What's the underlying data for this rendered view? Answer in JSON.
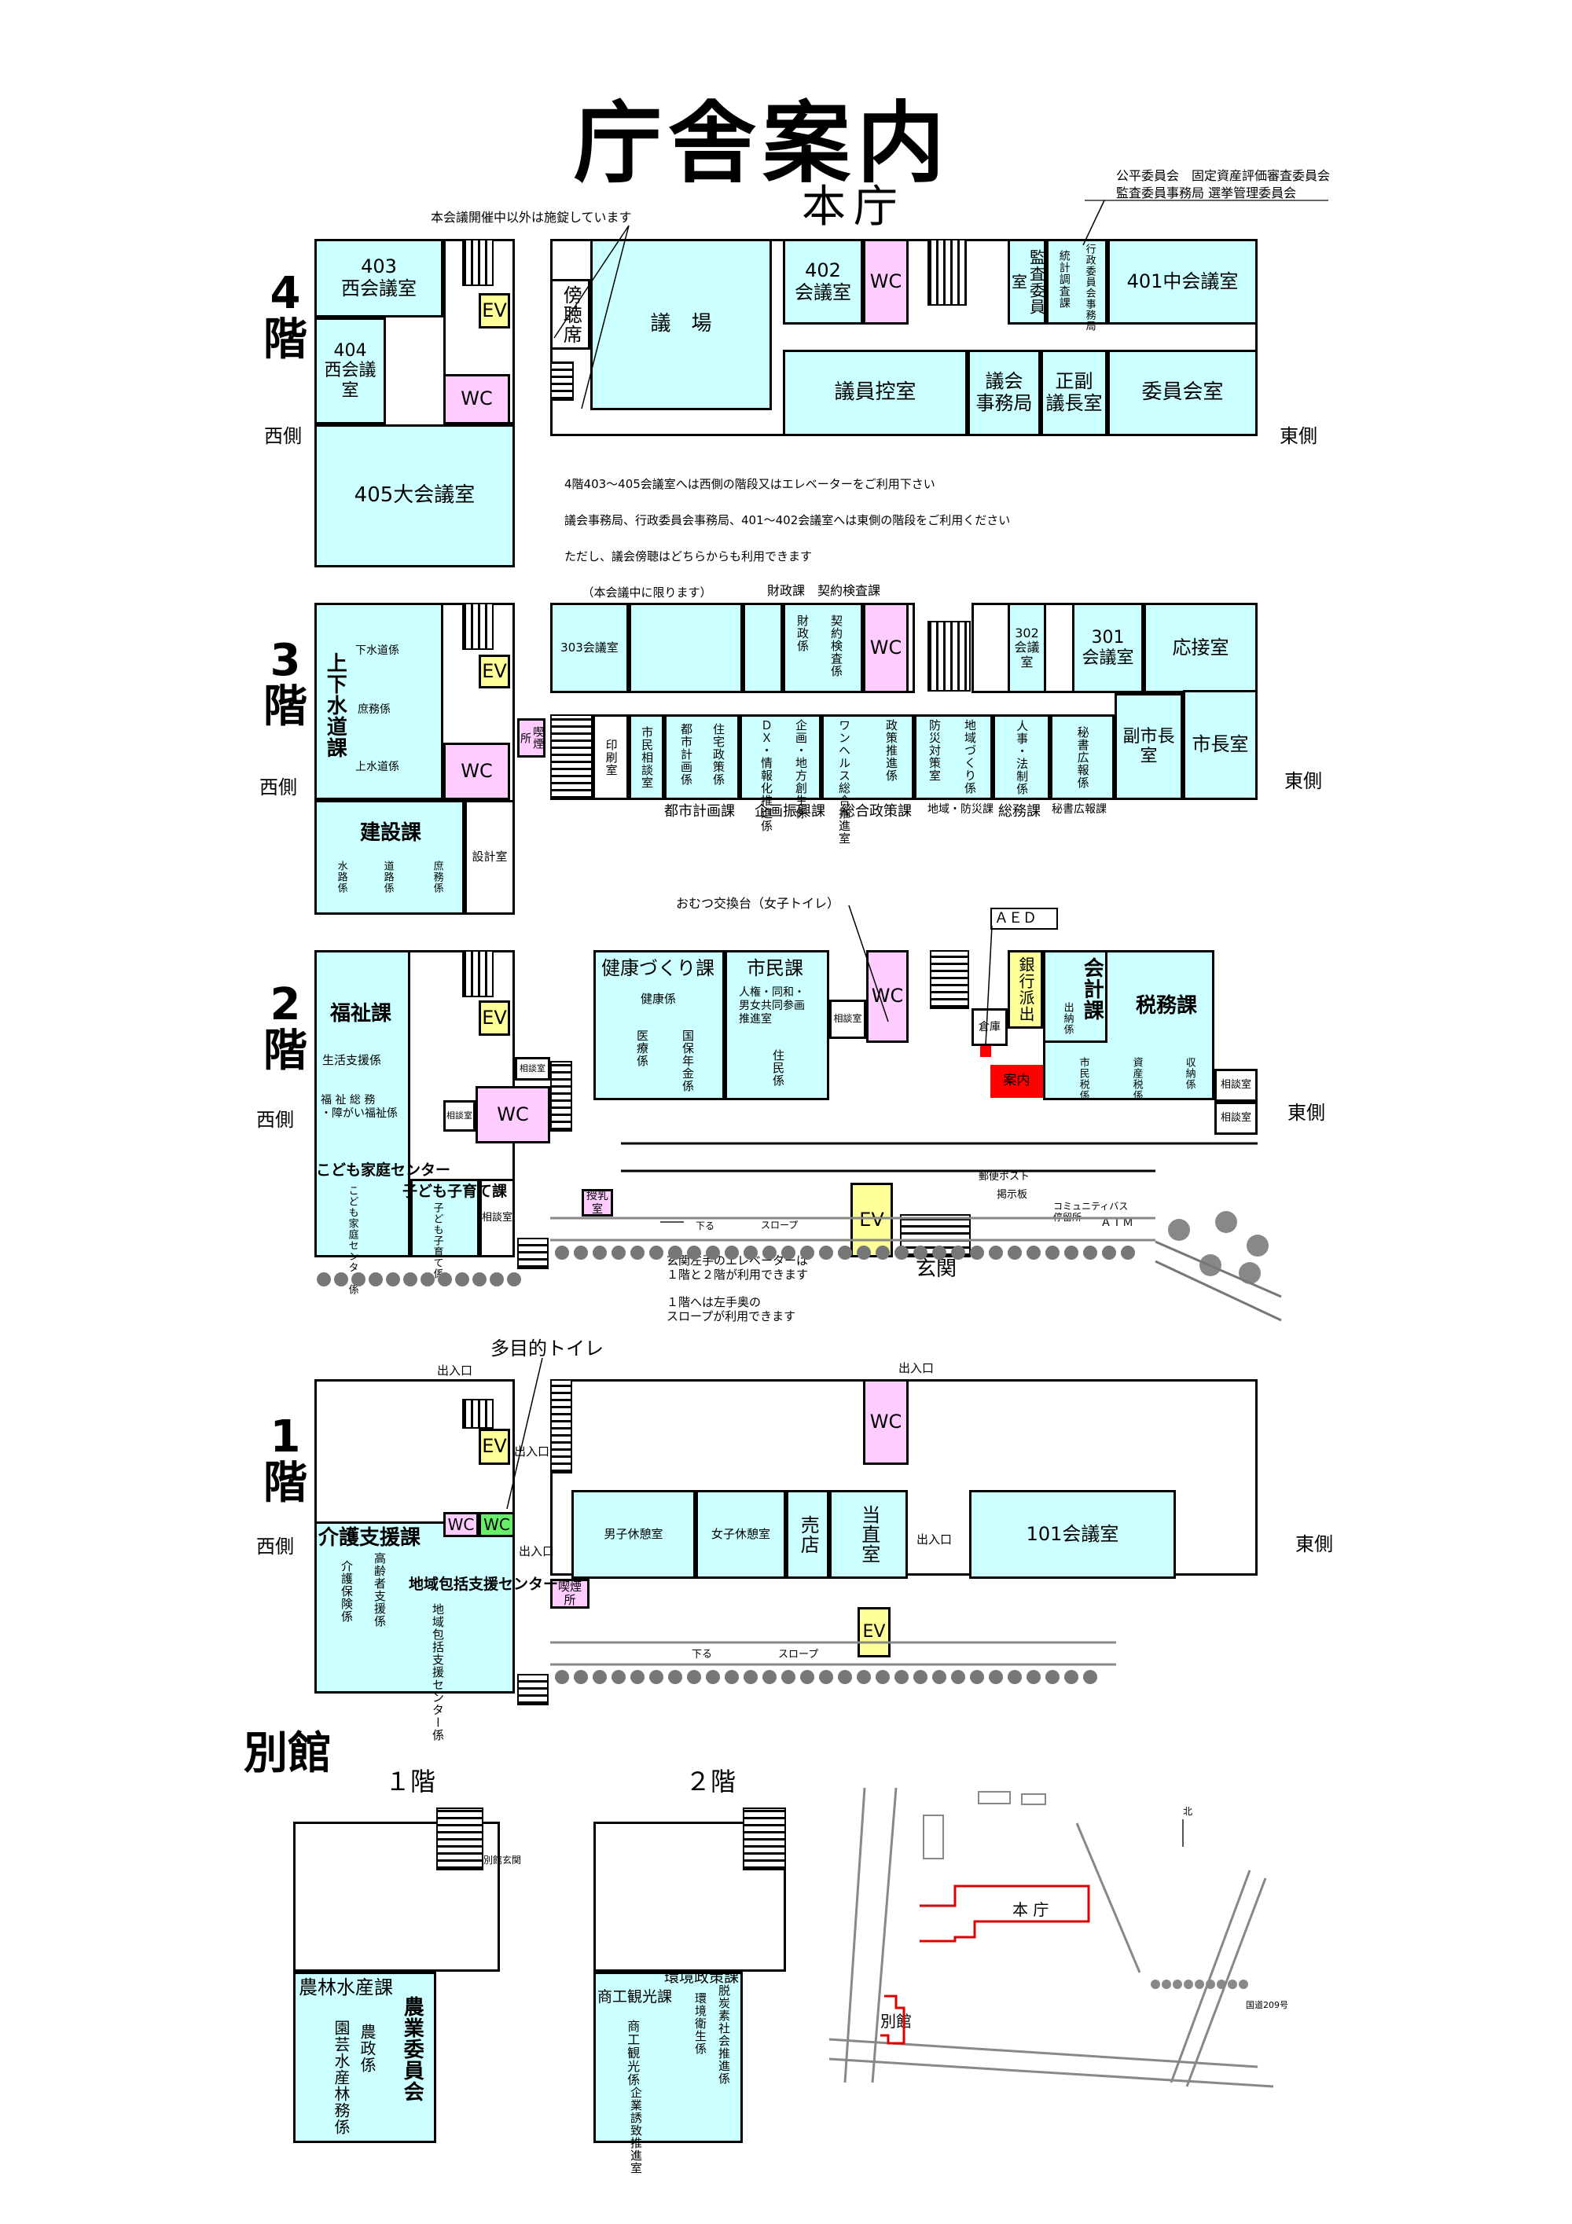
{
  "title": "庁舎案内",
  "subtitle": "本庁",
  "committee_notes": [
    "公平委員会　固定資産評価審査委員会",
    "監査委員事務局 選挙管理委員会"
  ],
  "lock_note": "本会議開催中以外は施錠しています",
  "sides": {
    "west": "西側",
    "east": "東側"
  },
  "floor_labels": {
    "f4": "4\n階",
    "f3": "3\n階",
    "f2": "2\n階",
    "f1": "1\n階"
  },
  "floor4_notes": [
    "4階403～405会議室へは西側の階段又はエレベーターをご利用下さい",
    "議会事務局、行政委員会事務局、401～402会議室へは東側の階段をご利用ください",
    "ただし、議会傍聴はどちらからも利用できます",
    "　　（本会議中に限ります）"
  ],
  "rooms": {
    "r403": "403\n西会議室",
    "r404": "404\n西会議室",
    "r405": "405大会議室",
    "f4_ev": "EV",
    "f4_wc1": "WC",
    "f4_gallery": "傍聴席",
    "f4_chamber": "議　場",
    "r402": "402\n会議室",
    "f4_wc2": "WC",
    "f4_audit": "監査委員室",
    "r401": "401中会議室",
    "f4_lounge": "議員控室",
    "f4_secretariat": "議会\n事務局",
    "f4_chair": "正副\n議長室",
    "f4_committee": "委員会室",
    "f3_ev": "EV",
    "f3_wc1": "WC",
    "f3_smoke": "喫煙所",
    "r303": "303会議室",
    "f3_wc2": "WC",
    "r302": "302\n会議室",
    "r301": "301\n会議室",
    "f3_reception": "応接室",
    "f3_print": "印刷室",
    "f3_consult": "市民相談室",
    "f3_hr": "人事・法制係",
    "f3_sec": "秘書広報係",
    "f3_vice": "副市長室",
    "f3_mayor": "市長室",
    "f3_design": "設計室",
    "f2_ev": "EV",
    "f2_wc1": "WC",
    "f2_consult1": "相談室",
    "f2_consult2": "相談室",
    "f2_consult3": "相談室",
    "f2_wc2": "WC",
    "f2_store": "倉庫",
    "f2_bank": "銀行派出",
    "f2_consult4": "相談室",
    "f2_consult5": "相談室",
    "f2_info": "案内",
    "f2_milk": "授乳室",
    "f2_ev2": "EV",
    "f2_consult6": "相談室",
    "f1_ev": "EV",
    "f1_wc1": "WC",
    "f1_wc2": "WC",
    "f1_men": "男子休憩室",
    "f1_women": "女子休憩室",
    "f1_shop": "売店",
    "f1_duty": "当直室",
    "f1_wc3": "WC",
    "r101": "101会議室",
    "f1_smoke": "喫煙所",
    "f1_ev2": "EV"
  },
  "labels": {
    "stat": "統計調査課",
    "admin_comm": "行政委員会事務局",
    "fin_div_header": "財政課　契約検査課",
    "fin": "財政係",
    "contract": "契約検査係",
    "water_div": "上下水道課",
    "sewer": "下水道係",
    "water_gen": "庶務係",
    "supply": "上水道係",
    "const_div": "建設課",
    "waterway": "水路係",
    "road": "道路係",
    "const_gen": "庶務係",
    "city_plan": "都市計画係",
    "housing": "住宅政策係",
    "planning": "企画・地方創生係",
    "dx": "ＤＸ・情報化推進係",
    "onehealth": "ワンヘルス総合推進室",
    "policy": "政策推進係",
    "disaster": "防災対策室",
    "community": "地域づくり係",
    "div_city": "都市計画課",
    "div_plan": "企画振興課",
    "div_policy": "総合政策課",
    "div_disaster": "地域・防災課",
    "div_general": "総務課",
    "div_sec": "秘書広報課",
    "welfare_div": "福祉課",
    "livelihood": "生活支援係",
    "welfare_gen": "福 祉 総 務\n・障がい福祉係",
    "family_center": "こども家庭センター",
    "family_center_sec": "こども家庭センター係",
    "child_div": "子ども子育て課",
    "child_sec": "子ども子育て係",
    "health_div": "健康づくり課",
    "health": "健康係",
    "medical": "医療係",
    "pension": "国保年金係",
    "citizen_div": "市民課",
    "rights": "人権・同和・\n男女共同参画\n推進室",
    "resident": "住民係",
    "acct_div": "会計課",
    "cashier": "出納係",
    "tax_div": "税務課",
    "resident_tax": "市民税係",
    "property_tax": "資産税係",
    "collection": "収納係",
    "diaper": "おむつ交換台（女子トイレ）",
    "aed": "ＡＥＤ",
    "post": "郵便ポスト",
    "board": "掲示板",
    "bus": "コミュニティバス\n停留所",
    "atm": "ＡＴＭ",
    "entrance": "玄関",
    "slope": "スロープ",
    "down": "下る",
    "ev_note": "玄関左手のエレベーターは\n１階と２階が利用できます",
    "slope_note": "１階へは左手奥の\nスロープが利用できます",
    "multi_toilet": "多目的トイレ",
    "exit": "出入口",
    "care_div": "介護支援課",
    "care_ins": "介護保険係",
    "elder": "高齢者支援係",
    "regional_center": "地域包括支援センター",
    "regional_sec": "地域包括支援センター係",
    "annex": "別館",
    "annex_f1": "１階",
    "annex_f2": "２階",
    "annex_entrance": "別館玄関",
    "agri_div": "農林水産課",
    "agri_policy": "農政係",
    "horti": "園芸水産林務係",
    "agri_comm": "農業委員会",
    "env_div": "環境政策課",
    "commerce_div": "商工観光課",
    "commerce": "商工観光係",
    "invest": "企業誘致推進室",
    "env_health": "環境衛生係",
    "decarbon": "脱炭素社会推進係",
    "map_main": "本 庁",
    "map_annex": "別館",
    "north": "北",
    "route": "国道209号"
  },
  "colors": {
    "office": "#ccffff",
    "toilet": "#ffccff",
    "elevator": "#ffff99",
    "multipurpose_toilet": "#66ee66",
    "info": "#ff0000",
    "map_building": "#dd0000"
  }
}
